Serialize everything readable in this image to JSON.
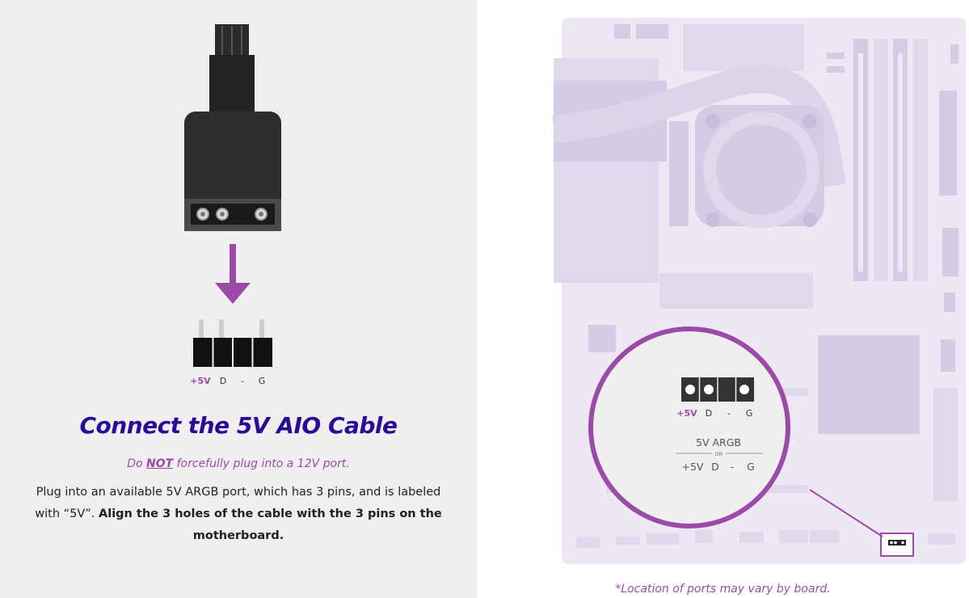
{
  "connector": {
    "pin_labels": [
      "+5V",
      "D",
      "-",
      "G"
    ]
  },
  "heading": "Connect the 5V AIO Cable",
  "warning": {
    "prefix": "Do ",
    "emphasis": "NOT",
    "suffix": " forcefully plug into a 12V port."
  },
  "instructions": {
    "plain": "Plug into an available 5V ARGB port, which has 3 pins, and is labeled with “5V”. ",
    "bold": "Align the 3 holes of the cable with the 3 pins on the motherboard."
  },
  "magnifier": {
    "pin_labels": [
      "+5V",
      "D",
      "-",
      "G"
    ],
    "port_name": "5V ARGB",
    "or_text": "OR",
    "alt_labels": [
      "+5V",
      "D",
      "-",
      "G"
    ]
  },
  "footnote": "*Location of ports may vary by board.",
  "colors": {
    "accent_purple": "#9c4aa8",
    "heading_navy": "#2a0a99",
    "board_lavender": "#ede8f4",
    "left_bg": "#eeefee"
  },
  "icons": [
    "aio-cable-plug-icon",
    "down-arrow-icon",
    "pin-header-icon",
    "motherboard-illustration",
    "magnifier-circle"
  ]
}
